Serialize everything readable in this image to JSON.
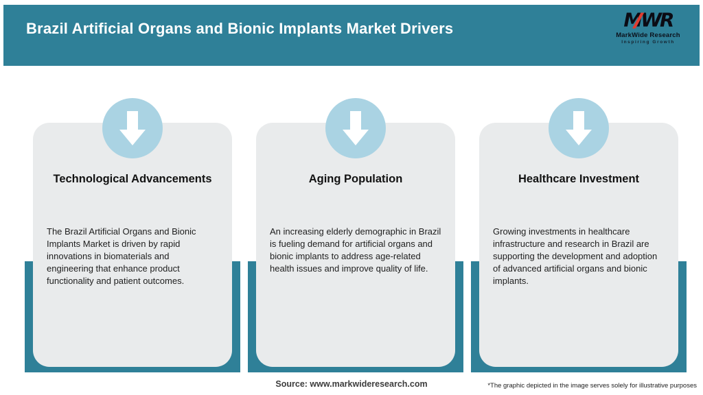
{
  "header": {
    "title": "Brazil Artificial Organs and Bionic Implants Market Drivers",
    "logo": {
      "initials": "MWR",
      "name": "MarkWide Research",
      "tagline": "Inspiring Growth"
    }
  },
  "cards": [
    {
      "title": "Technological Advancements",
      "body": "The Brazil Artificial Organs and Bionic Implants Market is driven by rapid innovations in biomaterials and engineering that enhance product functionality and patient outcomes."
    },
    {
      "title": "Aging Population",
      "body": "An increasing elderly demographic in Brazil is fueling demand for artificial organs and bionic implants to address age-related health issues and improve quality of life."
    },
    {
      "title": "Healthcare Investment",
      "body": "Growing investments in healthcare infrastructure and research in Brazil are supporting the development and adoption of advanced artificial organs and bionic implants."
    }
  ],
  "footer": {
    "source": "Source: www.markwideresearch.com",
    "disclaimer": "*The graphic depicted in the image serves solely for illustrative purposes"
  },
  "colors": {
    "teal": "#2f8098",
    "light_blue": "#aad3e3",
    "card_gray": "#e9ebec",
    "logo_red": "#e03c31",
    "logo_black": "#0b0b14"
  }
}
